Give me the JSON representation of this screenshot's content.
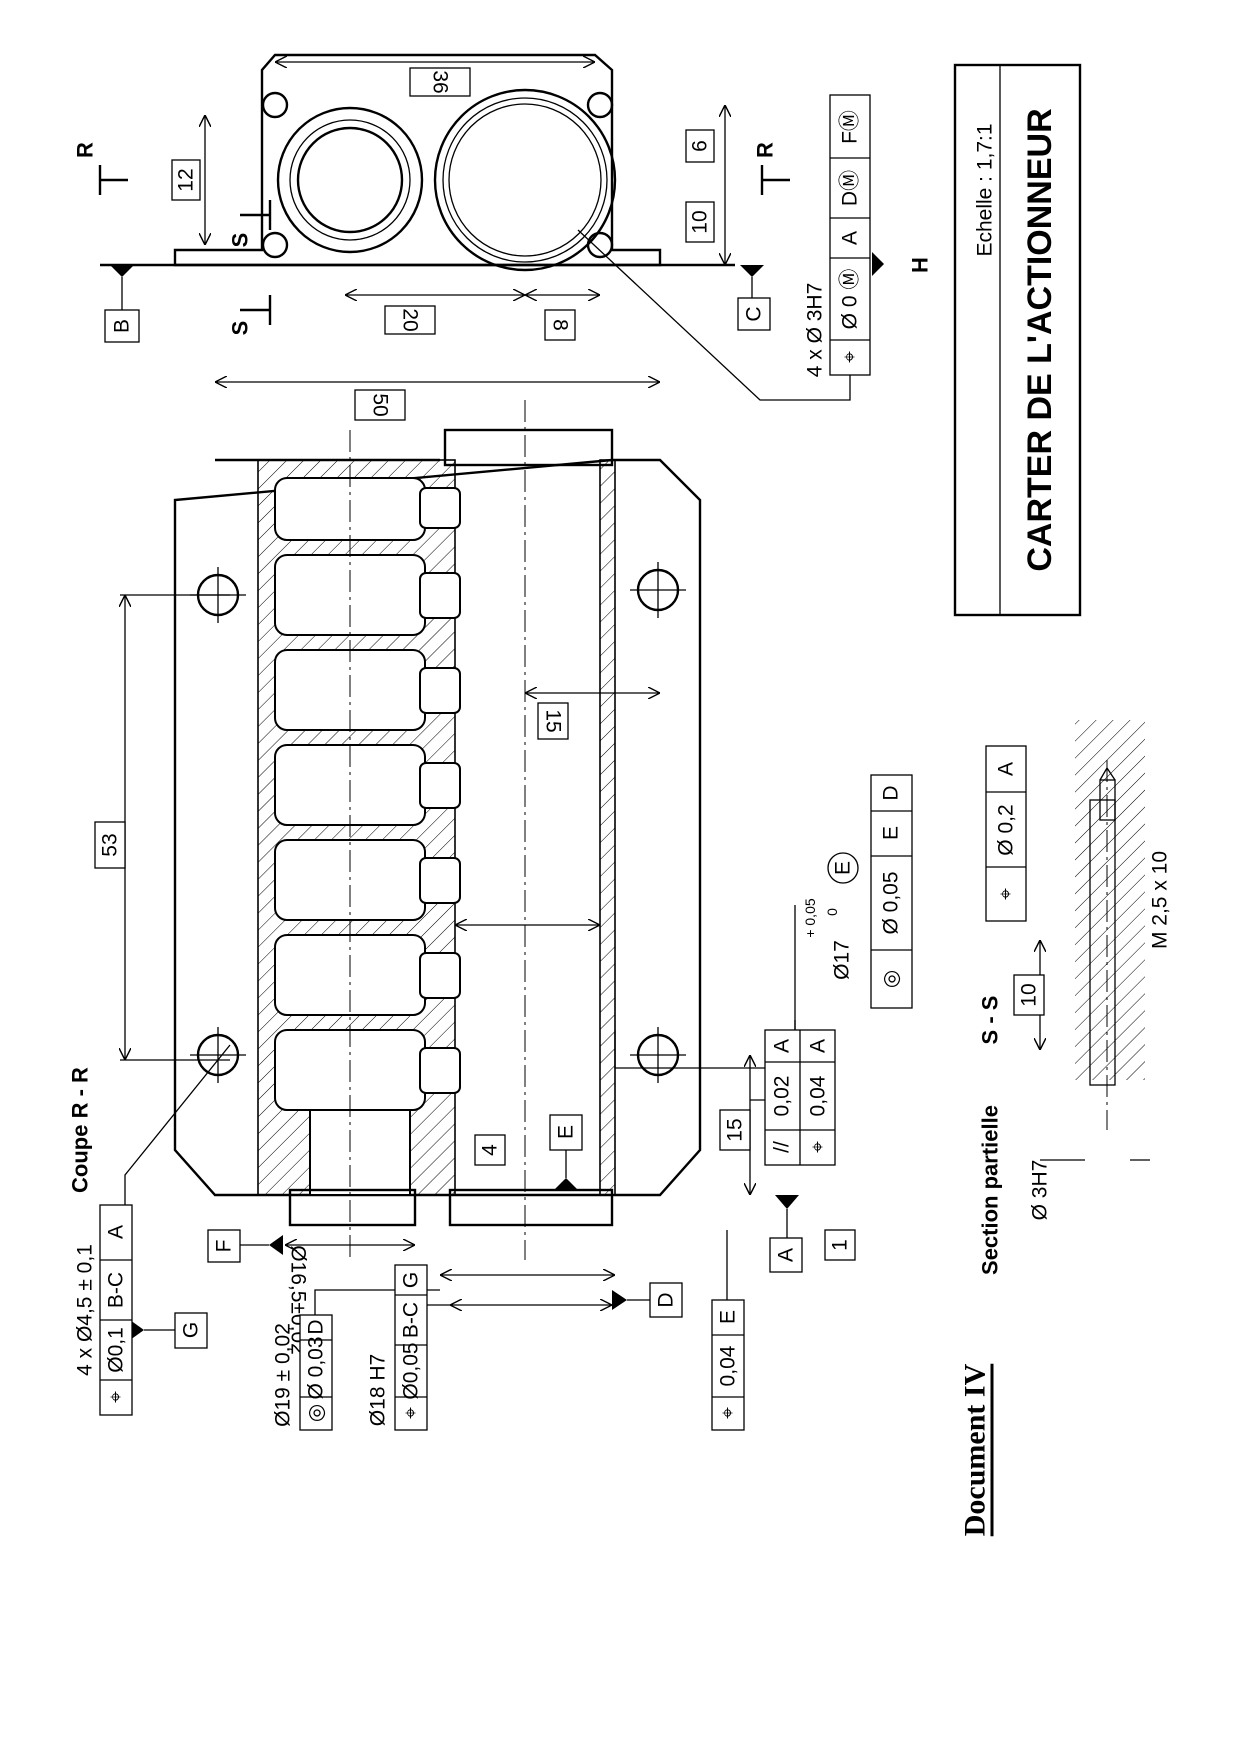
{
  "title_block": {
    "scale": "Echelle : 1,7:1",
    "title": "CARTER DE L'ACTIONNEUR"
  },
  "document_label": "Document IV",
  "views": {
    "section_rr": "Coupe R - R",
    "section_ss": "S - S",
    "partial": "Section partielle"
  },
  "section_markers": {
    "r1": "R",
    "r2": "R",
    "s1": "S",
    "s2": "S"
  },
  "datums": {
    "A": "A",
    "B": "B",
    "C": "C",
    "D": "D",
    "E": "E",
    "F": "F",
    "G": "G",
    "H": "H"
  },
  "dimensions": {
    "d36": "36",
    "d12": "12",
    "d6": "6",
    "d10": "10",
    "d20": "20",
    "d8": "8",
    "d50": "50",
    "d53": "53",
    "d15a": "15",
    "d15b": "15",
    "d4": "4",
    "d1": "1",
    "d10s": "10",
    "d165": "Ø16,5±0,02",
    "d17": "Ø17",
    "d17_up": "+ 0,05",
    "d17_lo": "0",
    "d17_env": "E",
    "m25": "M 2,5 x 10",
    "d3h7": "Ø 3H7"
  },
  "fcf": {
    "holes45": {
      "label": "4 x Ø4,5 ± 0,1",
      "sym": "⌖",
      "tol": "Ø0,1",
      "ref1": "B-C",
      "ref2": "A"
    },
    "d19": {
      "label": "Ø19 ± 0,02",
      "sym": "◎",
      "tol": "Ø 0,03",
      "ref1": "D"
    },
    "d18": {
      "label": "Ø18 H7",
      "sym": "⌖",
      "tol": "Ø0,05",
      "ref1": "B-C",
      "ref2": "G"
    },
    "pos004": {
      "sym": "⌖",
      "tol": "0,04",
      "ref1": "E"
    },
    "par": {
      "sym": "//",
      "tol": "0,02",
      "ref1": "A"
    },
    "pos004a": {
      "sym": "⌖",
      "tol": "0,04",
      "ref1": "A"
    },
    "conc": {
      "sym": "◎",
      "tol": "Ø 0,05",
      "ref1": "E",
      "ref2": "D"
    },
    "pos02": {
      "sym": "⌖",
      "tol": "Ø 0,2",
      "ref1": "A"
    },
    "holes3": {
      "label": "4 x Ø 3H7",
      "sym": "⌖",
      "tol": "Ø 0 Ⓜ",
      "ref1": "A",
      "ref2": "DⓂ",
      "ref3": "FⓂ"
    }
  }
}
